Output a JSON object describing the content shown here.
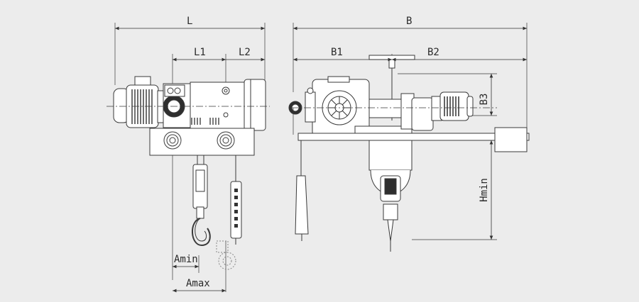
{
  "labels": {
    "L": "L",
    "L1": "L1",
    "L2": "L2",
    "B": "B",
    "B1": "B1",
    "B2": "B2",
    "B3": "B3",
    "Hmin": "Hmin",
    "Amin": "Amin",
    "Amax": "Amax"
  },
  "colors": {
    "background": "#ececec",
    "line": "#3a3a3a",
    "fill_light": "#ffffff",
    "fill_dark": "#2e2e2e"
  }
}
